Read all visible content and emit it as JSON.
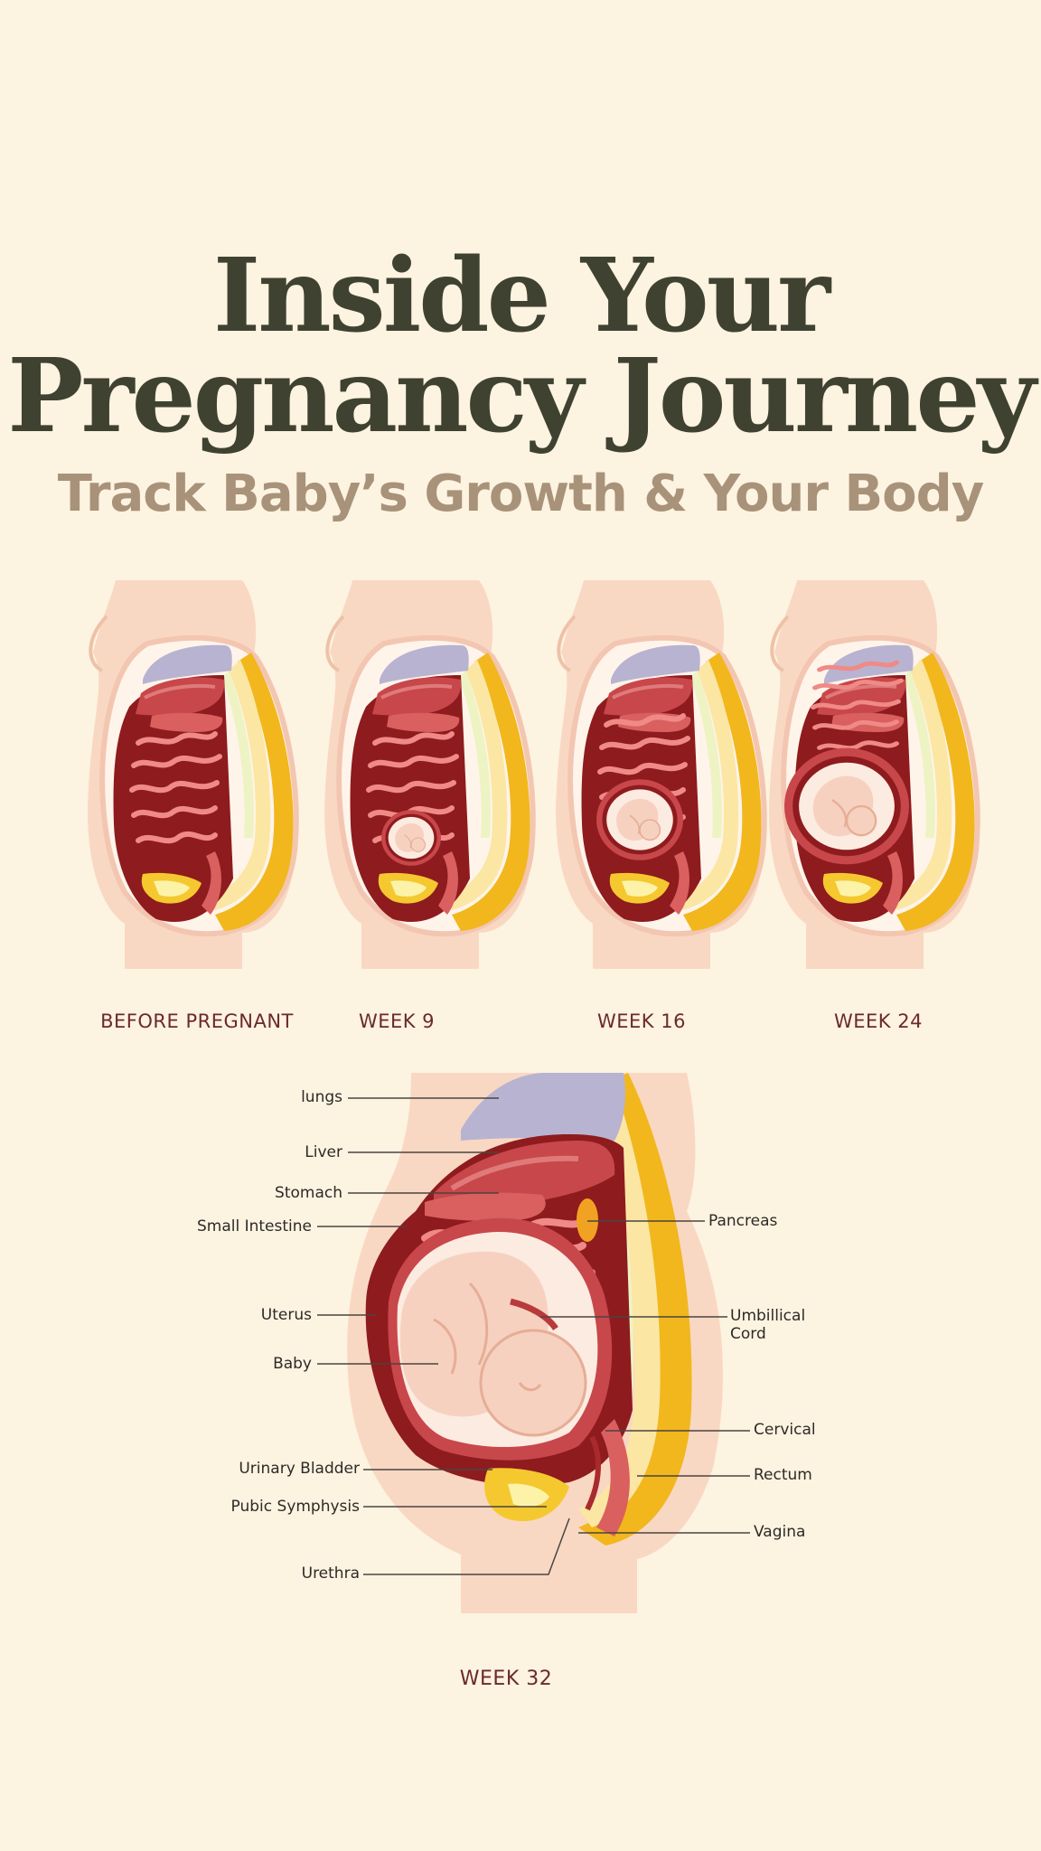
{
  "header": {
    "title_line1": "Inside Your",
    "title_line2": "Pregnancy Journey",
    "subtitle": "Track Baby’s Growth & Your Body"
  },
  "stages": [
    {
      "label": "BEFORE PREGNANT",
      "baby_size": 0
    },
    {
      "label": "WEEK 9",
      "baby_size": 0.25
    },
    {
      "label": "WEEK 16",
      "baby_size": 0.45
    },
    {
      "label": "WEEK 24",
      "baby_size": 0.75
    }
  ],
  "main": {
    "label": "WEEK 32",
    "labels_left": [
      "lungs",
      "Liver",
      "Stomach",
      "Small Intestine",
      "Uterus",
      "Baby",
      "Urinary Bladder",
      "Pubic Symphysis",
      "Urethra"
    ],
    "labels_right": [
      "Pancreas",
      "Umbillical",
      "Cord",
      "Cervical",
      "Rectum",
      "Vagina"
    ]
  },
  "colors": {
    "background": "#fdf3e1",
    "title": "#3f4230",
    "subtitle": "#a89279",
    "stage_label": "#6b2a2a",
    "skin": "#f9d8c3",
    "lungs": "#b8b3d1",
    "organ_red": "#c8474a",
    "organ_dark": "#8e1b1e",
    "spine_yellow": "#f1b71d",
    "bladder": "#f5c830"
  }
}
